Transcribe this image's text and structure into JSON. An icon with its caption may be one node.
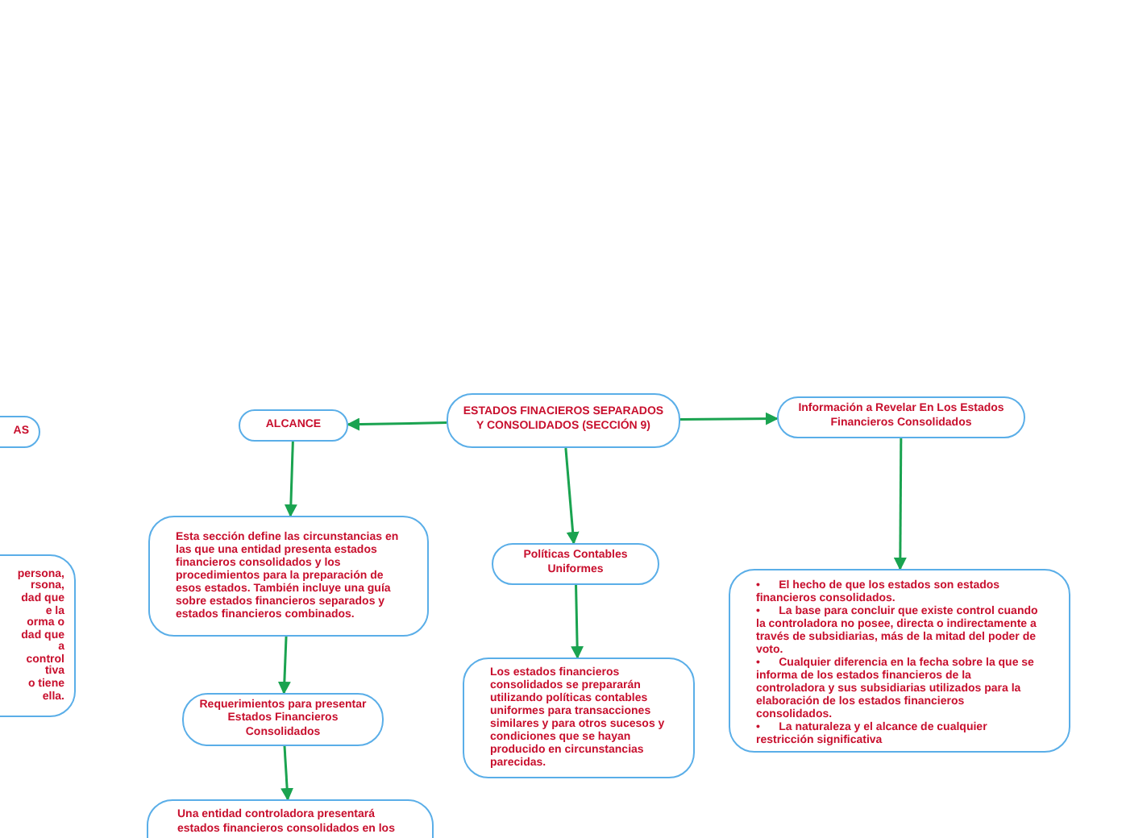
{
  "diagram": {
    "nodes": [
      {
        "text": [
          "ESTADOS FINACIEROS SEPARADOS Y CONSOLIDADOS (SECCIÓN 9)"
        ]
      },
      {
        "text": [
          "AS"
        ]
      },
      {
        "text": [
          "ALCANCE"
        ]
      },
      {
        "text": [
          "Información a Revelar En Los Estados Financieros Consolidados"
        ]
      },
      {
        "text": [
          "persona,",
          "rsona,",
          "dad que",
          "e la",
          "orma o",
          "dad que",
          "a",
          "control",
          "tiva",
          "o tiene",
          "ella."
        ]
      },
      {
        "text": [
          "Esta sección define las circunstancias en las que una entidad presenta estados financieros consolidados y los procedimientos para la preparación de esos estados. También incluye una guía sobre estados financieros separados y estados financieros combinados."
        ]
      },
      {
        "text": [
          "Políticas Contables Uniformes"
        ]
      },
      {
        "text": [
          "Los estados financieros consolidados se prepararán utilizando políticas contables uniformes para transacciones similares y para otros sucesos y condiciones que se hayan producido en circunstancias parecidas."
        ]
      },
      {
        "text": [
          "•      El hecho de que los estados son estados financieros consolidados.",
          "•      La base para concluir que existe control cuando la controladora no posee, directa o indirectamente a través de subsidiarias, más de la mitad del poder de voto.",
          "•      Cualquier diferencia en la fecha sobre la que se informa de los estados financieros de la controladora y sus subsidiarias utilizados para la elaboración de los estados financieros consolidados.",
          "•      La naturaleza y el alcance de cualquier restricción significativa"
        ]
      },
      {
        "text": [
          "Requerimientos para presentar Estados Financieros Consolidados"
        ]
      },
      {
        "text": [
          "Una entidad controladora presentará estados financieros consolidados en los"
        ]
      }
    ],
    "edges": [
      {
        "from": 0,
        "to": 2,
        "arrow": "to"
      },
      {
        "from": 0,
        "to": 6,
        "arrow": "to"
      },
      {
        "from": 0,
        "to": 3,
        "arrow": "to"
      },
      {
        "from": 2,
        "to": 5,
        "arrow": "to"
      },
      {
        "from": 5,
        "to": 9,
        "arrow": "to"
      },
      {
        "from": 9,
        "to": 10,
        "arrow": "to"
      },
      {
        "from": 6,
        "to": 7,
        "arrow": "to"
      },
      {
        "from": 3,
        "to": 8,
        "arrow": "to"
      }
    ]
  }
}
